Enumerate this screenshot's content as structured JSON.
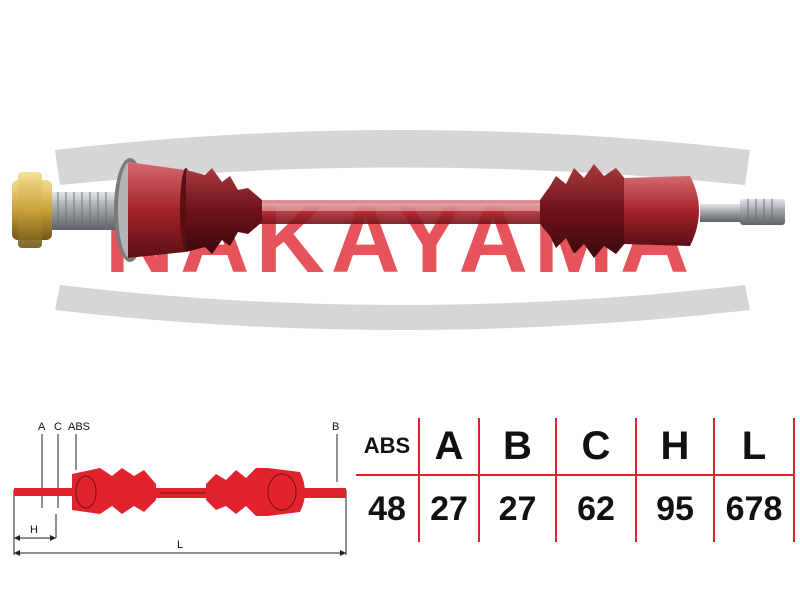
{
  "brand": {
    "name": "NAKAYAMA",
    "color": "#e1232d",
    "swoosh_color": "#c9c9c9"
  },
  "diagram": {
    "labels": {
      "a": "A",
      "c": "C",
      "abs": "ABS",
      "b": "B",
      "h": "H",
      "l": "L"
    }
  },
  "specs": {
    "headers": [
      "ABS",
      "A",
      "B",
      "C",
      "H",
      "L"
    ],
    "values": [
      "48",
      "27",
      "27",
      "62",
      "95",
      "678"
    ]
  },
  "colors": {
    "shaft_red": "#b0272f",
    "boot_dark": "#6e1218",
    "steel": "#9aa0a4",
    "gold": "#c9a23a",
    "table_border": "#e1232d"
  }
}
